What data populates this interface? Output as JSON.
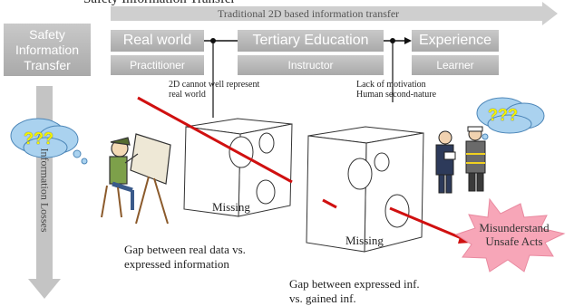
{
  "top_caption": "Safety Information Transfer",
  "banner": "Traditional 2D based information transfer",
  "left_box": "Safety\nInformation\nTransfer",
  "stages": [
    {
      "title": "Real world",
      "role": "Practitioner"
    },
    {
      "title": "Tertiary Education",
      "role": "Instructor"
    },
    {
      "title": "Experience",
      "role": "Learner"
    }
  ],
  "side_arrow": "Information Losses",
  "note1": "2D cannot well represent\nreal world",
  "note2": "Lack of motivation\nHuman second-nature",
  "missing_label": "Missing",
  "gap1": "Gap between real data vs.\nexpressed information",
  "gap2": "Gap between expressed inf.\nvs. gained inf.",
  "burst": "Misunderstand\nUnsafe Acts",
  "bubble_text": "???",
  "colors": {
    "box": "#b4b4b4",
    "red_line": "#d01010",
    "burst": "#f7a6b8"
  }
}
